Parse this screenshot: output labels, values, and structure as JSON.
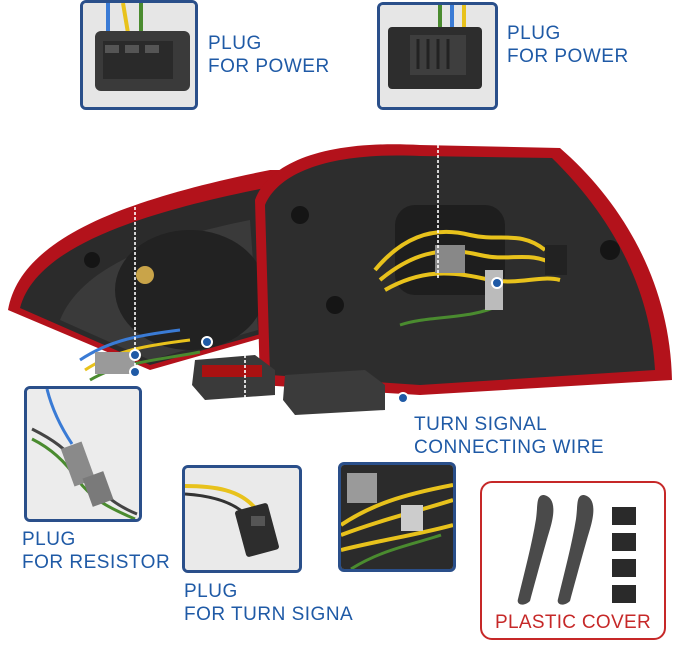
{
  "labels": {
    "plug_power_left": [
      "PLUG",
      "FOR POWER"
    ],
    "plug_power_right": [
      "PLUG",
      "FOR POWER"
    ],
    "plug_resistor": [
      "PLUG",
      "FOR RESISTOR"
    ],
    "plug_turn_signal": [
      "PLUG",
      "FOR TURN SIGNA"
    ],
    "turn_signal_wire": [
      "TURN SIGNAL",
      "CONNECTING WIRE"
    ],
    "plastic_cover": "PLASTIC COVER"
  },
  "colors": {
    "label_blue": "#1f5aa6",
    "inset_border": "#2a4f8a",
    "plastic_red": "#c62828",
    "lens_red": "#b3121b",
    "housing_dark": "#2b2b2b"
  },
  "icons": {
    "callout_marker": "blue-dot",
    "plastic_cover_pieces": "curved-trim-strips",
    "clips": "square-clips"
  }
}
